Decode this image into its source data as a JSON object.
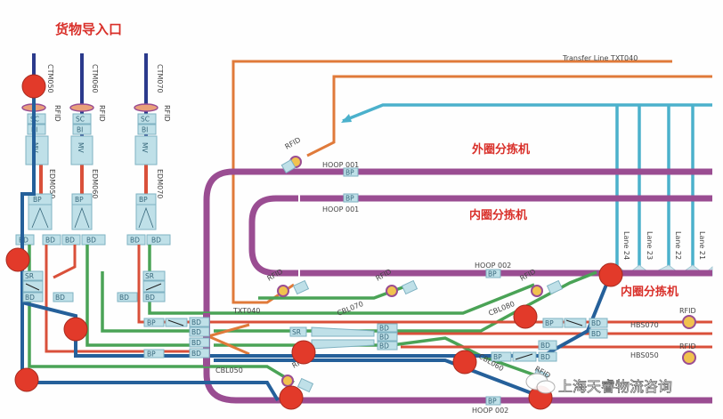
{
  "title": "货物导入口",
  "labels": {
    "outer_sorter": "外圈分拣机",
    "inner_sorter_top": "内圈分拣机",
    "inner_sorter_bottom": "内圈分拣机",
    "transfer_line": "Transfer Line TXT040",
    "txt040": "TXT040",
    "hoop_001_outer": "HOOP 001",
    "hoop_001_inner": "HOOP 001",
    "hoop_002_top": "HOOP 002",
    "hoop_002_bottom": "HOOP 002",
    "cbl050": "CBL050",
    "cbl060": "CBL060",
    "cbl070": "CBL070",
    "cbl080": "CBL080",
    "hbs070": "HBS070",
    "hbs050": "HBS050",
    "watermark": "上海天睿物流咨询"
  },
  "infeeds": [
    {
      "ctm": "CTM050",
      "edm": "EDM050"
    },
    {
      "ctm": "CTM060",
      "edm": "EDM060"
    },
    {
      "ctm": "CTM070",
      "edm": "EDM070"
    }
  ],
  "lanes": [
    "Lane 24",
    "Lane 23",
    "Lane 22",
    "Lane 21"
  ],
  "device_labels": {
    "rfid": "RFID",
    "sc": "SC",
    "bi": "BI",
    "mv": "MV",
    "bp": "BP",
    "bd": "BD",
    "sr": "SR"
  },
  "colors": {
    "navy": "#2b3a8c",
    "blue": "#25609a",
    "red": "#d9503a",
    "green": "#4aa356",
    "orange": "#e07a3a",
    "purple": "#9a4d92",
    "cyan": "#4bb1cc",
    "marker": "#e23a2a"
  }
}
